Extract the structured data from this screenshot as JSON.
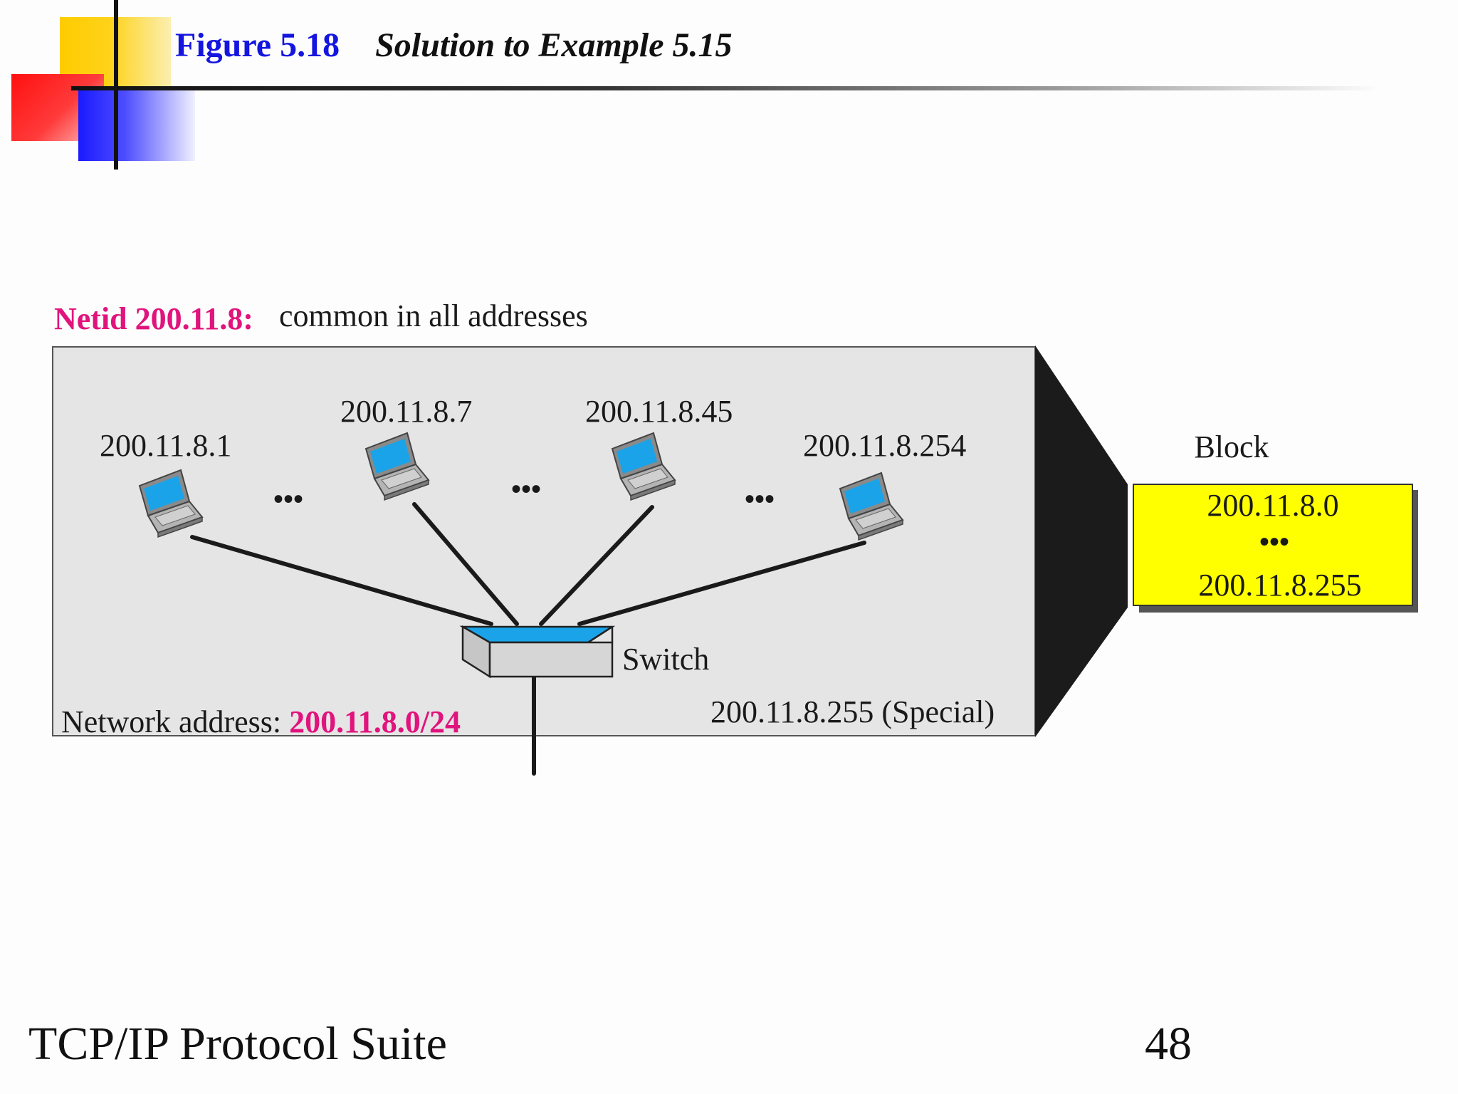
{
  "header": {
    "figure_label": "Figure 5.18",
    "figure_caption": "Solution to Example 5.15"
  },
  "diagram": {
    "netid_label": "Netid 200.11.8:",
    "netid_note": "common in all addresses",
    "hosts": [
      {
        "address": "200.11.8.1"
      },
      {
        "address": "200.11.8.7"
      },
      {
        "address": "200.11.8.45"
      },
      {
        "address": "200.11.8.254"
      }
    ],
    "ellipsis": "•••",
    "switch_label": "Switch",
    "network_address_label": "Network address: ",
    "network_address_value": "200.11.8.0/24",
    "special_address": "200.11.8.255 (Special)",
    "block": {
      "title": "Block",
      "first": "200.11.8.0",
      "ellipsis": "•••",
      "last": "200.11.8.255"
    },
    "colors": {
      "accent_magenta": "#e0147c",
      "screen_blue": "#1aa3e8",
      "block_yellow": "#ffff00",
      "network_panel": "#e6e5e6"
    },
    "icons": [
      "laptop-icon",
      "switch-icon"
    ]
  },
  "footer": {
    "suite": "TCP/IP Protocol Suite",
    "page_number": "48"
  }
}
